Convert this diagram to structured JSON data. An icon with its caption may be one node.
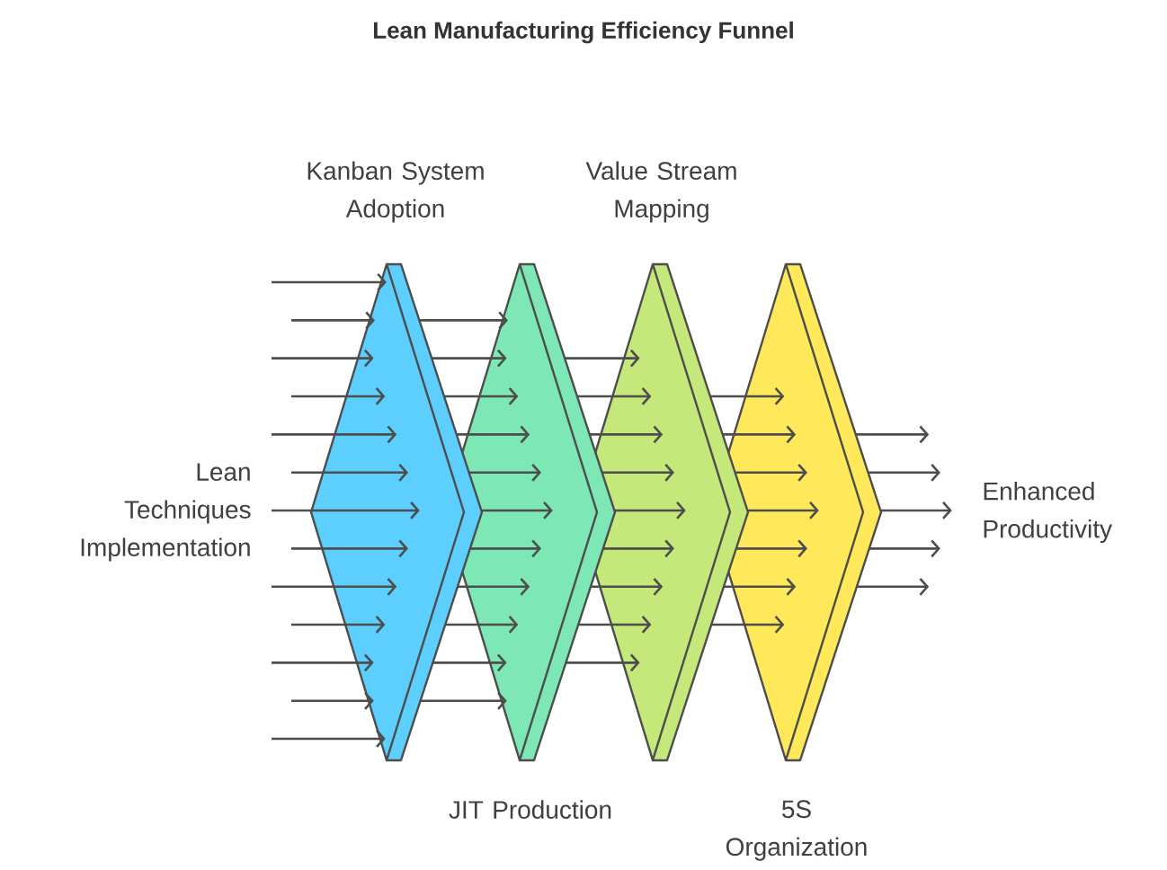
{
  "diagram": {
    "title": "Lean Manufacturing Efficiency Funnel",
    "nodes": [
      {
        "text": [
          "Lean Techniques Implementation"
        ]
      },
      {
        "text": [
          "Kanban System Adoption"
        ]
      },
      {
        "text": [
          "JIT Production"
        ]
      },
      {
        "text": [
          "Value Stream Mapping"
        ]
      },
      {
        "text": [
          "5S Organization"
        ]
      },
      {
        "text": [
          "Enhanced Productivity"
        ]
      }
    ],
    "edges": [
      {
        "from": null,
        "to": 1,
        "arrow": "to"
      },
      {
        "from": null,
        "to": 1,
        "arrow": "to"
      },
      {
        "from": null,
        "to": 1,
        "arrow": "to"
      },
      {
        "from": null,
        "to": 1,
        "arrow": "to"
      },
      {
        "from": 0,
        "to": 1,
        "arrow": "to"
      },
      {
        "from": 0,
        "to": 1,
        "arrow": "to"
      },
      {
        "from": 0,
        "to": 1,
        "arrow": "to"
      },
      {
        "from": 0,
        "to": 1,
        "arrow": "to"
      },
      {
        "from": 0,
        "to": 1,
        "arrow": "to"
      },
      {
        "from": null,
        "to": 1,
        "arrow": "to"
      },
      {
        "from": null,
        "to": 1,
        "arrow": "to"
      },
      {
        "from": null,
        "to": 1,
        "arrow": "to"
      },
      {
        "from": null,
        "to": 1,
        "arrow": "to"
      },
      {
        "from": 1,
        "to": 2,
        "arrow": "to"
      },
      {
        "from": 1,
        "to": 2,
        "arrow": "to"
      },
      {
        "from": 1,
        "to": 2,
        "arrow": "to"
      },
      {
        "from": 1,
        "to": 2,
        "arrow": "to"
      },
      {
        "from": 1,
        "to": 2,
        "arrow": "to"
      },
      {
        "from": 1,
        "to": 2,
        "arrow": "to"
      },
      {
        "from": 1,
        "to": 2,
        "arrow": "to"
      },
      {
        "from": 1,
        "to": 2,
        "arrow": "to"
      },
      {
        "from": 1,
        "to": 2,
        "arrow": "to"
      },
      {
        "from": 1,
        "to": 2,
        "arrow": "to"
      },
      {
        "from": 1,
        "to": 2,
        "arrow": "to"
      },
      {
        "from": 2,
        "to": 3,
        "arrow": "to"
      },
      {
        "from": 2,
        "to": 3,
        "arrow": "to"
      },
      {
        "from": 2,
        "to": 3,
        "arrow": "to"
      },
      {
        "from": 2,
        "to": 3,
        "arrow": "to"
      },
      {
        "from": 2,
        "to": 3,
        "arrow": "to"
      },
      {
        "from": 2,
        "to": 3,
        "arrow": "to"
      },
      {
        "from": 2,
        "to": 3,
        "arrow": "to"
      },
      {
        "from": 2,
        "to": 3,
        "arrow": "to"
      },
      {
        "from": 2,
        "to": 3,
        "arrow": "to"
      },
      {
        "from": 3,
        "to": 4,
        "arrow": "to"
      },
      {
        "from": 3,
        "to": 4,
        "arrow": "to"
      },
      {
        "from": 3,
        "to": 4,
        "arrow": "to"
      },
      {
        "from": 3,
        "to": 4,
        "arrow": "to"
      },
      {
        "from": 3,
        "to": 4,
        "arrow": "to"
      },
      {
        "from": 3,
        "to": 4,
        "arrow": "to"
      },
      {
        "from": 3,
        "to": 4,
        "arrow": "to"
      },
      {
        "from": 4,
        "to": 5,
        "arrow": "to"
      },
      {
        "from": 4,
        "to": 5,
        "arrow": "to"
      },
      {
        "from": 4,
        "to": 5,
        "arrow": "to"
      },
      {
        "from": 4,
        "to": 5,
        "arrow": "to"
      },
      {
        "from": 4,
        "to": 5,
        "arrow": "to"
      }
    ]
  }
}
